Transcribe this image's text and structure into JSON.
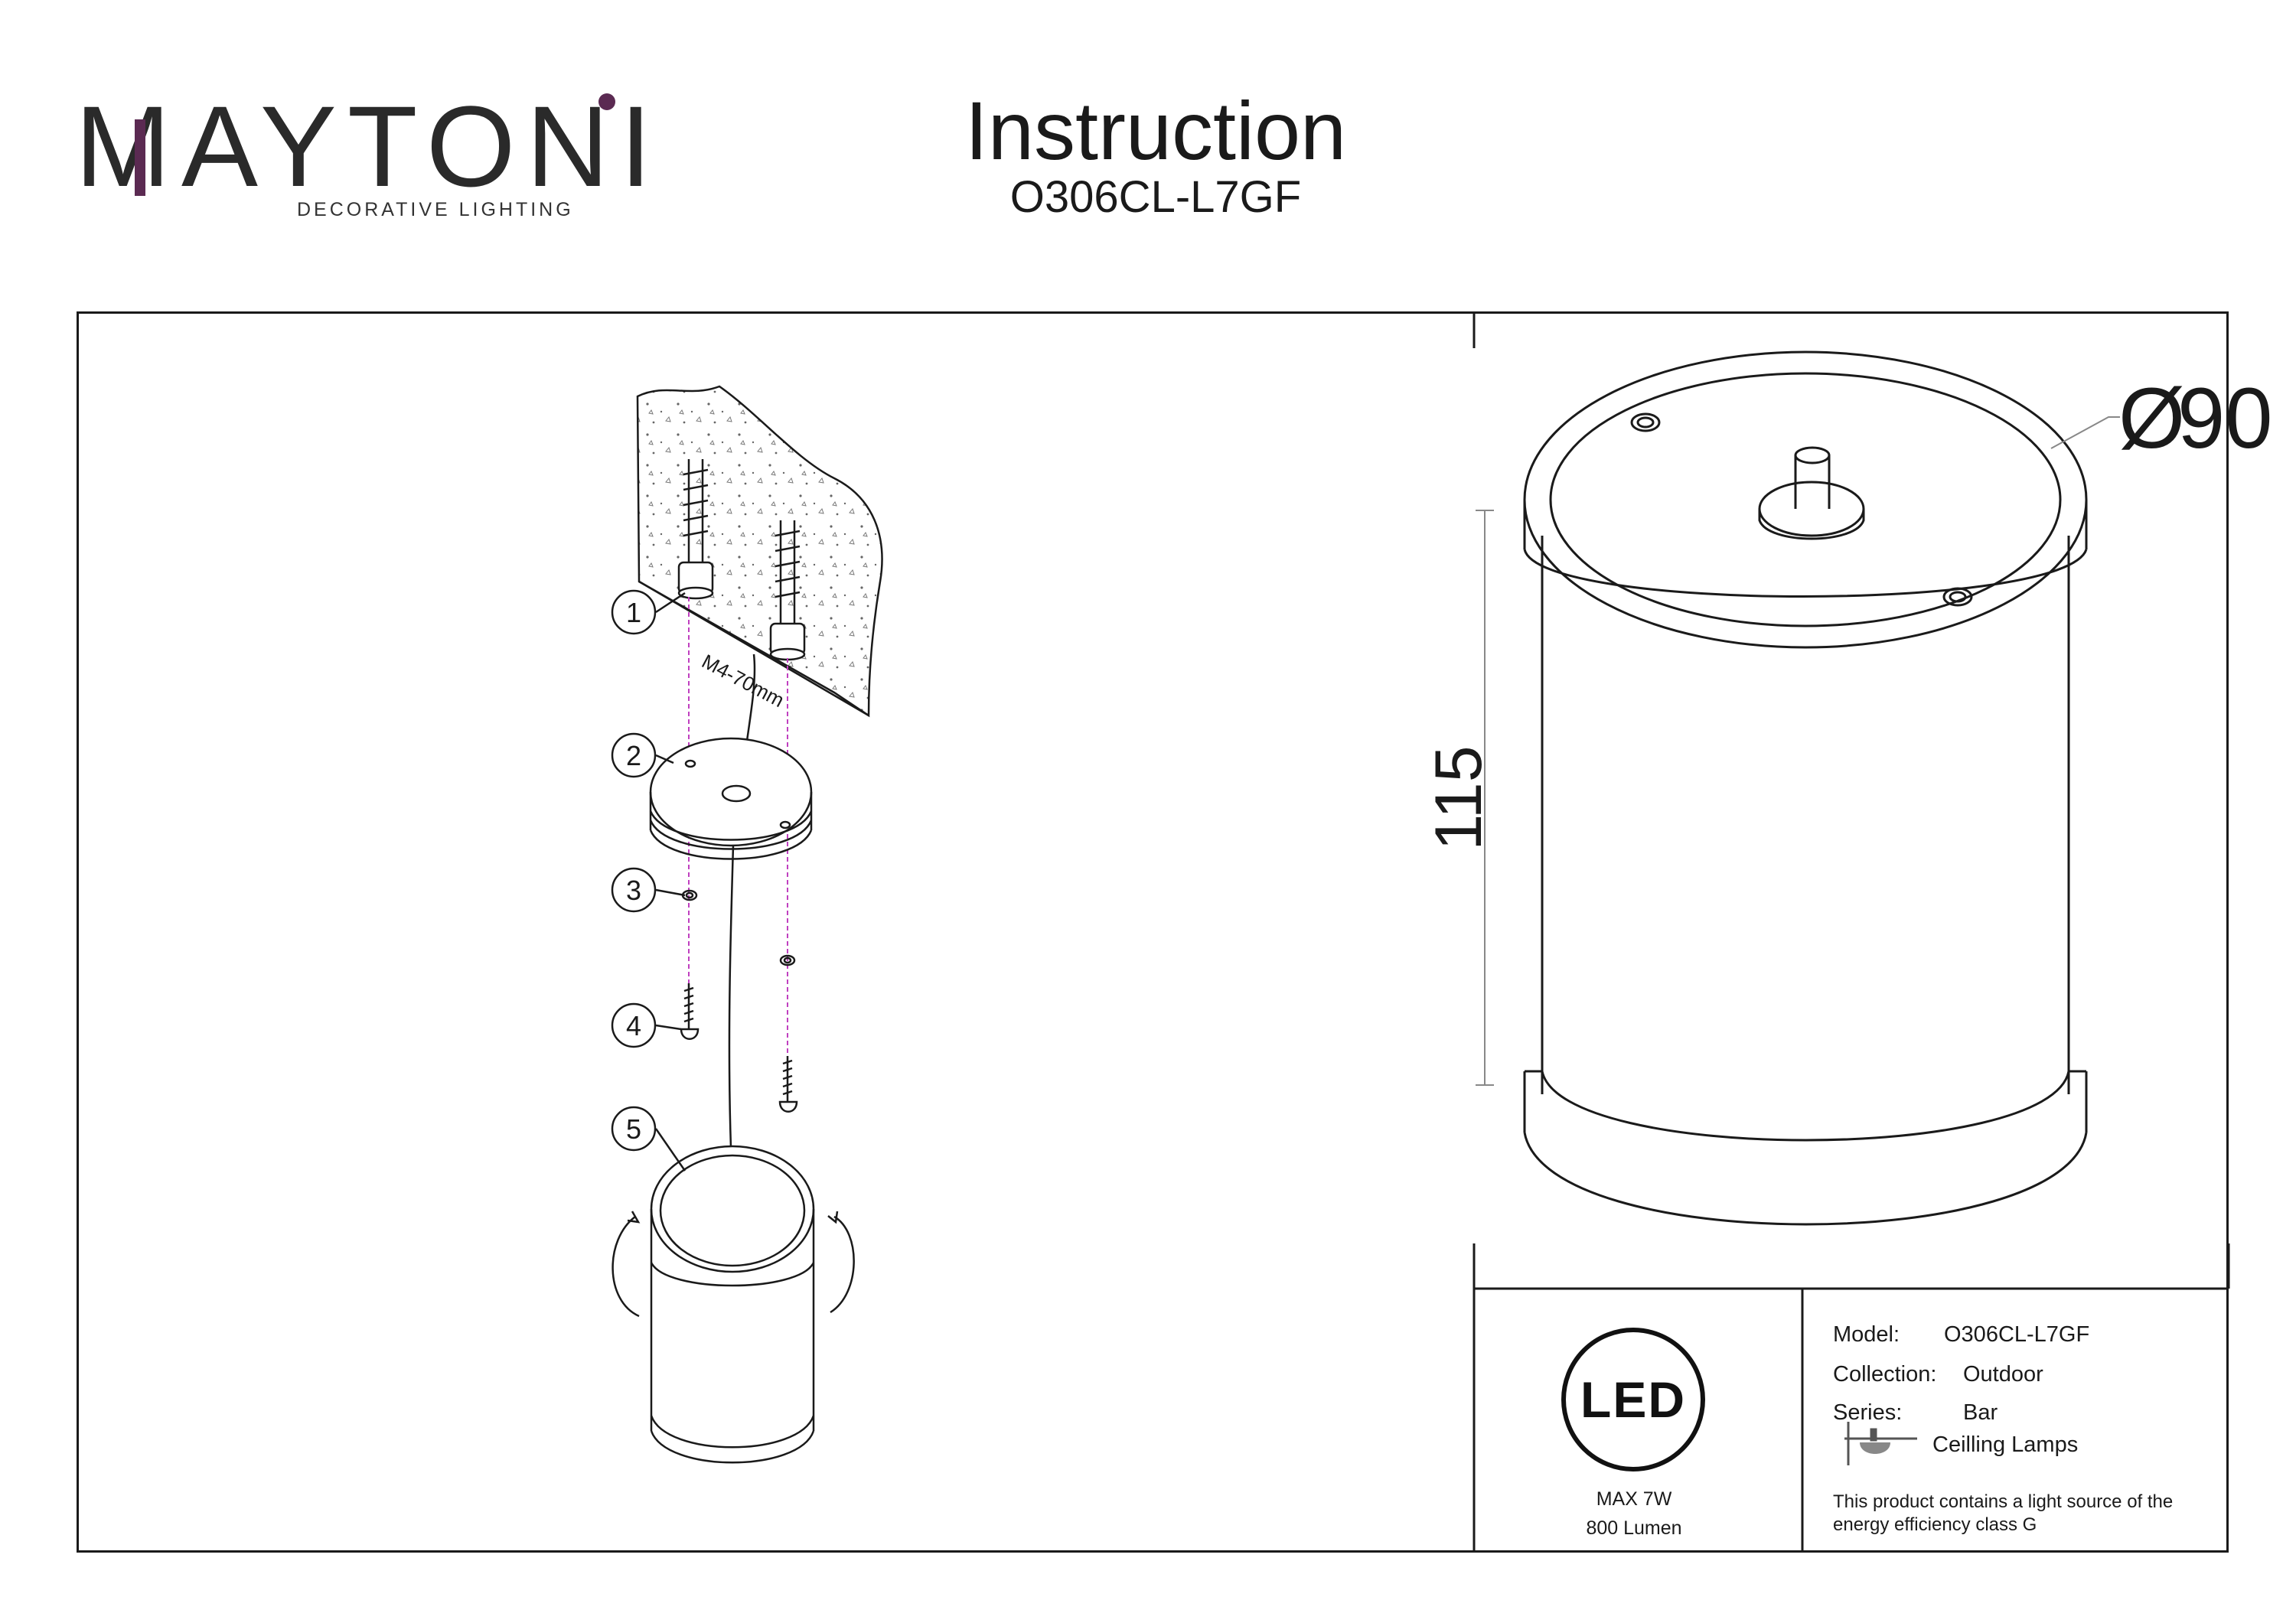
{
  "brand": {
    "logo_text": "MAYTONI",
    "tagline": "DECORATIVE LIGHTING",
    "accent_color": "#5b2a52"
  },
  "header": {
    "title": "Instruction",
    "model_code": "O306CL-L7GF"
  },
  "assembly": {
    "parts": [
      "1",
      "2",
      "3",
      "4",
      "5"
    ],
    "screw_label": "M4-70mm"
  },
  "dimensions": {
    "diameter": "90",
    "diameter_symbol": "Ø",
    "height": "115"
  },
  "info": {
    "led_badge": "LED",
    "max_power": "MAX 7W",
    "lumen": "800 Lumen",
    "model_label": "Model:",
    "model_value": "O306CL-L7GF",
    "collection_label": "Collection:",
    "collection_value": "Outdoor",
    "series_label": "Series:",
    "series_value": "Bar",
    "type_value": "Ceilling Lamps",
    "energy_note": "This product contains a light source of the energy efficiency class G"
  },
  "colors": {
    "line": "#1a1a1a",
    "guide": "#c040c0"
  }
}
